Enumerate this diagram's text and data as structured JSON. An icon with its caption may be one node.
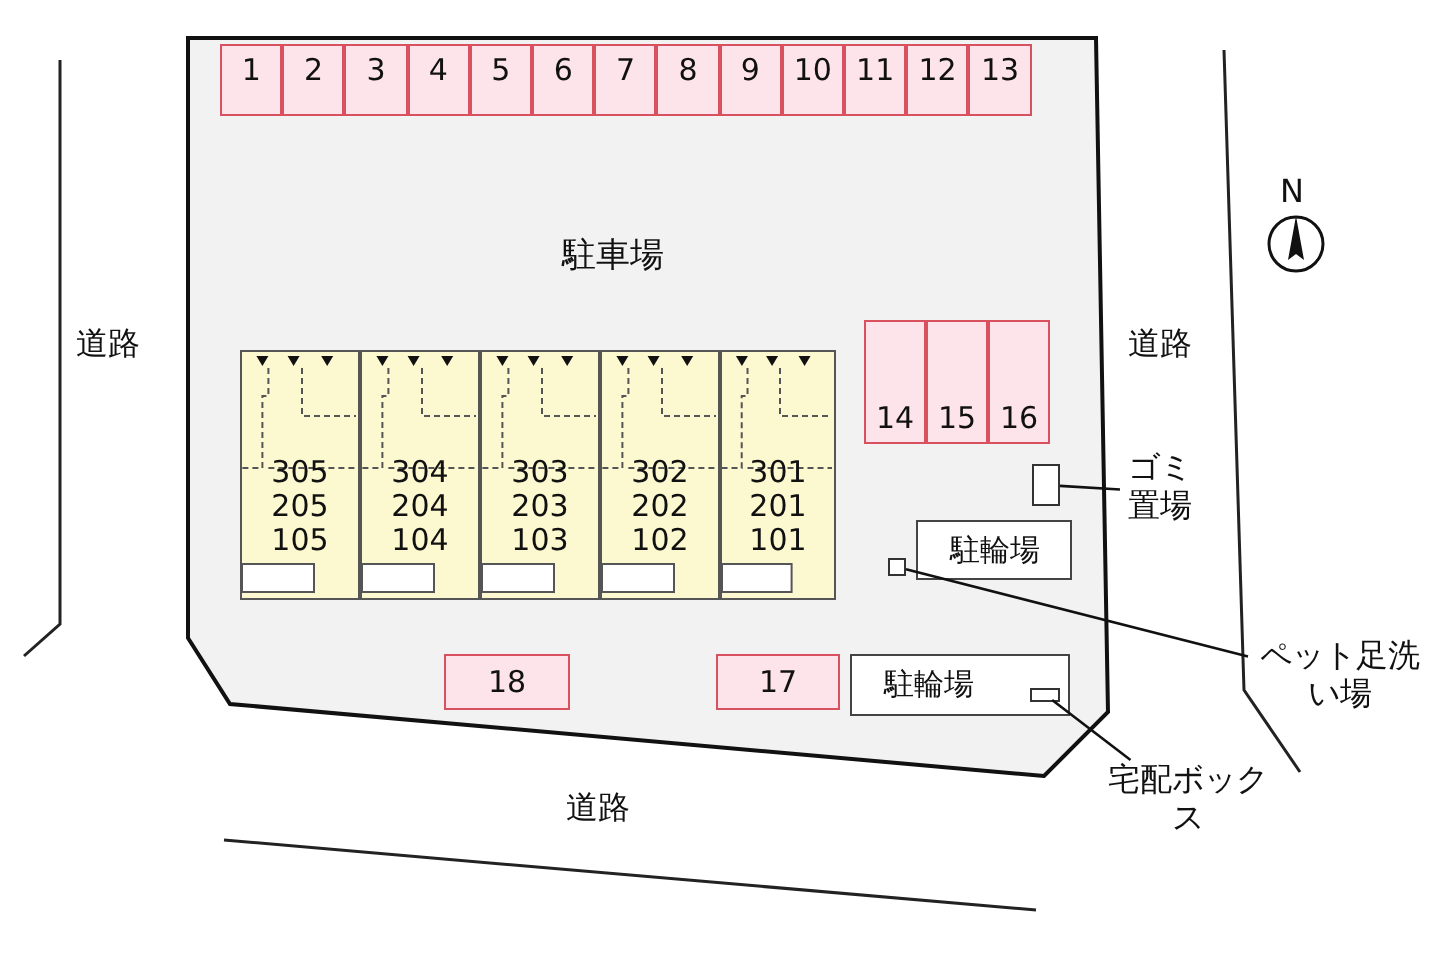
{
  "diagram": {
    "nodes": [
      {
        "text": [
          "駐車場"
        ]
      },
      {
        "text": [
          "1"
        ],
        "in": 0
      },
      {
        "text": [
          "2"
        ],
        "in": 0
      },
      {
        "text": [
          "3"
        ],
        "in": 0
      },
      {
        "text": [
          "4"
        ],
        "in": 0
      },
      {
        "text": [
          "5"
        ],
        "in": 0
      },
      {
        "text": [
          "6"
        ],
        "in": 0
      },
      {
        "text": [
          "7"
        ],
        "in": 0
      },
      {
        "text": [
          "8"
        ],
        "in": 0
      },
      {
        "text": [
          "9"
        ],
        "in": 0
      },
      {
        "text": [
          "10"
        ],
        "in": 0
      },
      {
        "text": [
          "11"
        ],
        "in": 0
      },
      {
        "text": [
          "12"
        ],
        "in": 0
      },
      {
        "text": [
          "13"
        ],
        "in": 0
      },
      {
        "text": [
          "14"
        ],
        "in": 0
      },
      {
        "text": [
          "15"
        ],
        "in": 0
      },
      {
        "text": [
          "16"
        ],
        "in": 0
      },
      {
        "text": [
          "305",
          "205",
          "105"
        ],
        "in": 0
      },
      {
        "text": [
          "304",
          "204",
          "104"
        ],
        "in": 0
      },
      {
        "text": [
          "303",
          "203",
          "103"
        ],
        "in": 0
      },
      {
        "text": [
          "302",
          "202",
          "102"
        ],
        "in": 0
      },
      {
        "text": [
          "301",
          "201",
          "101"
        ],
        "in": 0
      },
      {
        "text": [],
        "shape": "box",
        "in": 0
      },
      {
        "text": [
          "ゴミ置場"
        ]
      },
      {
        "text": [
          "駐輪場"
        ],
        "in": 0
      },
      {
        "text": [],
        "shape": "box",
        "in": 0
      },
      {
        "text": [
          "ペット足洗い場"
        ]
      },
      {
        "text": [
          "18"
        ],
        "in": 0
      },
      {
        "text": [
          "17"
        ],
        "in": 0
      },
      {
        "text": [
          "駐輪場"
        ],
        "in": 0
      },
      {
        "text": [],
        "shape": "box",
        "in": 29
      },
      {
        "text": [
          "宅配ボックス"
        ]
      }
    ],
    "edges": [
      {
        "from": 23,
        "to": 22,
        "arrow": "none"
      },
      {
        "from": 26,
        "to": 25,
        "arrow": "none"
      },
      {
        "from": 31,
        "to": 30,
        "arrow": "none"
      }
    ],
    "labels": [
      "N",
      "道路",
      "道路",
      "道路"
    ]
  }
}
